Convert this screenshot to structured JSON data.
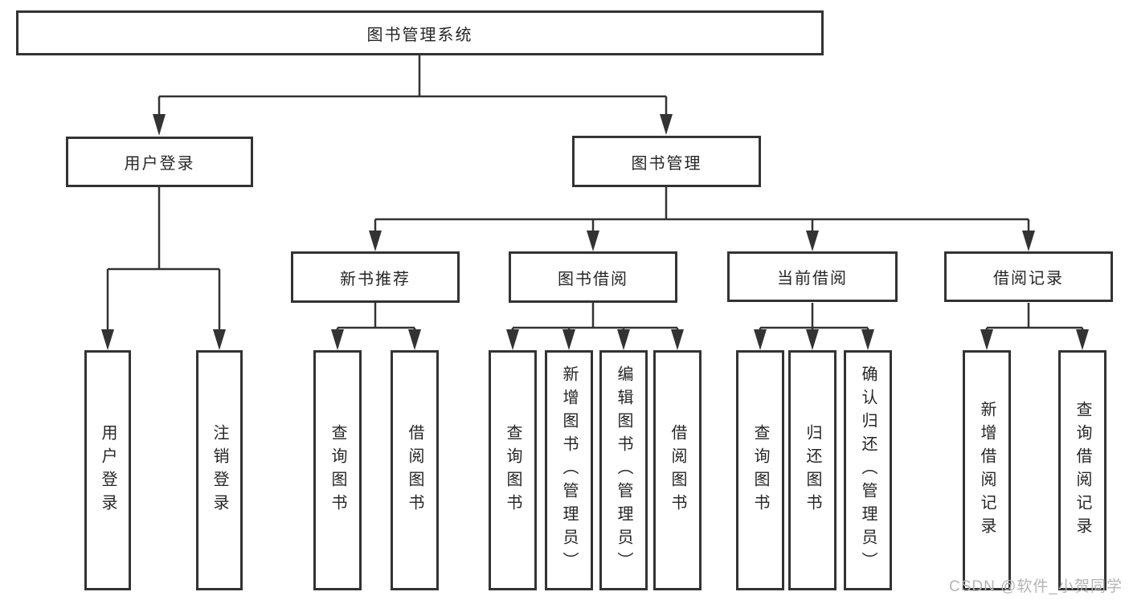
{
  "tree": {
    "root": {
      "label": "图书管理系统",
      "children": [
        {
          "label": "用户登录",
          "children": [
            {
              "label": "用户登录"
            },
            {
              "label": "注销登录"
            }
          ]
        },
        {
          "label": "图书管理",
          "children": [
            {
              "label": "新书推荐",
              "children": [
                {
                  "label": "查询图书"
                },
                {
                  "label": "借阅图书"
                }
              ]
            },
            {
              "label": "图书借阅",
              "children": [
                {
                  "label": "查询图书"
                },
                {
                  "label": "新增图书（管理员）"
                },
                {
                  "label": "编辑图书（管理员）"
                },
                {
                  "label": "借阅图书"
                }
              ]
            },
            {
              "label": "当前借阅",
              "children": [
                {
                  "label": "查询图书"
                },
                {
                  "label": "归还图书"
                },
                {
                  "label": "确认归还（管理员）"
                }
              ]
            },
            {
              "label": "借阅记录",
              "children": [
                {
                  "label": "新增借阅记录"
                },
                {
                  "label": "查询借阅记录"
                }
              ]
            }
          ]
        }
      ]
    }
  },
  "watermark": {
    "text": "CSDN @软件_小贺同学"
  },
  "colors": {
    "line": "#333333",
    "box_border": "#333333",
    "text": "#262626",
    "watermark": "#b4b4b4",
    "background": "#ffffff"
  }
}
